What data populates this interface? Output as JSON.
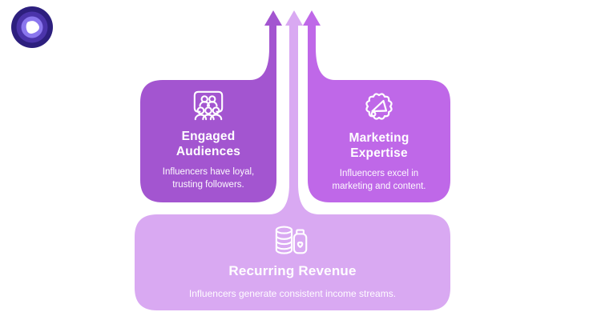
{
  "logo": {
    "name": "brand-logo",
    "outer_color": "#2d1f7e",
    "mid_color": "#4b34ab",
    "inner_color": "#8a76ee",
    "mark_color": "#ffffff"
  },
  "cards": {
    "left": {
      "title_lines": [
        "Engaged",
        "Audiences"
      ],
      "description": "Influencers have loyal, trusting followers.",
      "icon": "audience-icon",
      "color": "#a355d0"
    },
    "right": {
      "title_lines": [
        "Marketing",
        "Expertise"
      ],
      "description": "Influencers excel in marketing and content.",
      "icon": "megaphone-icon",
      "color": "#bf68e8"
    },
    "bottom": {
      "title": "Recurring Revenue",
      "description": "Influencers generate consistent income streams.",
      "icon": "coins-jar-icon",
      "color": "#d9a9f2"
    }
  }
}
